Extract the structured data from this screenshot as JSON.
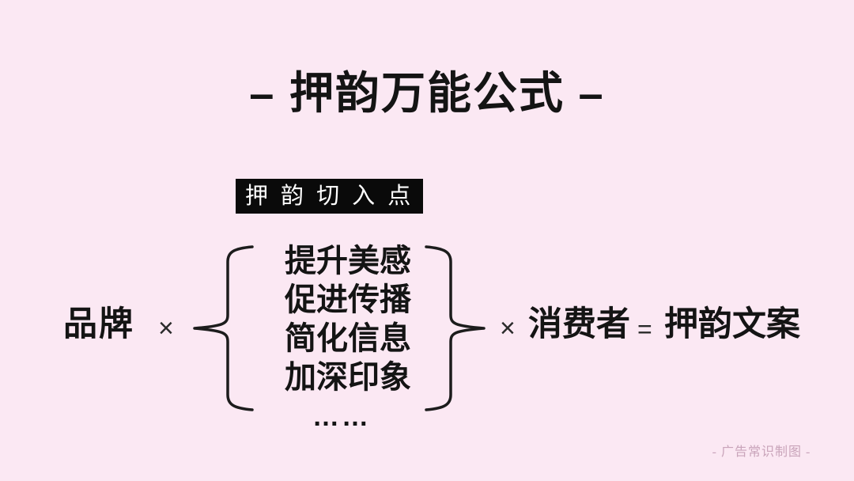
{
  "page": {
    "background_color": "#fbe8f3",
    "text_color": "#141414",
    "label_bg_color": "#0a0a0a",
    "label_text_color": "#ffffff"
  },
  "title": {
    "text": "– 押韵万能公式 –"
  },
  "formula": {
    "entry_label": "押 韵 切 入 点",
    "brand": "品牌",
    "multiply_1": "×",
    "entry_points": [
      "提升美感",
      "促进传播",
      "简化信息",
      "加深印象"
    ],
    "ellipsis": "……",
    "multiply_2": "×",
    "consumer": "消费者",
    "equals": "=",
    "result": "押韵文案"
  },
  "watermark": {
    "text": "- 广告常识制图 -",
    "color": "#c9a4ba"
  }
}
